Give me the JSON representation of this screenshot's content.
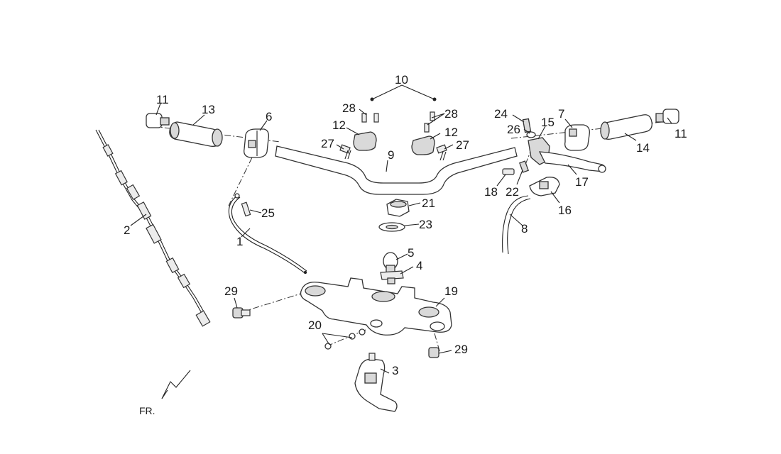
{
  "diagram": {
    "callouts": [
      {
        "id": "c1",
        "text": "1"
      },
      {
        "id": "c2",
        "text": "2"
      },
      {
        "id": "c3",
        "text": "3"
      },
      {
        "id": "c4",
        "text": "4"
      },
      {
        "id": "c5",
        "text": "5"
      },
      {
        "id": "c6",
        "text": "6"
      },
      {
        "id": "c7",
        "text": "7"
      },
      {
        "id": "c8",
        "text": "8"
      },
      {
        "id": "c9",
        "text": "9"
      },
      {
        "id": "c10",
        "text": "10"
      },
      {
        "id": "c11a",
        "text": "11"
      },
      {
        "id": "c11b",
        "text": "11"
      },
      {
        "id": "c12a",
        "text": "12"
      },
      {
        "id": "c12b",
        "text": "12"
      },
      {
        "id": "c13",
        "text": "13"
      },
      {
        "id": "c14",
        "text": "14"
      },
      {
        "id": "c15",
        "text": "15"
      },
      {
        "id": "c16",
        "text": "16"
      },
      {
        "id": "c17",
        "text": "17"
      },
      {
        "id": "c18",
        "text": "18"
      },
      {
        "id": "c19",
        "text": "19"
      },
      {
        "id": "c20",
        "text": "20"
      },
      {
        "id": "c21",
        "text": "21"
      },
      {
        "id": "c22",
        "text": "22"
      },
      {
        "id": "c23",
        "text": "23"
      },
      {
        "id": "c24",
        "text": "24"
      },
      {
        "id": "c25",
        "text": "25"
      },
      {
        "id": "c26",
        "text": "26"
      },
      {
        "id": "c27a",
        "text": "27"
      },
      {
        "id": "c27b",
        "text": "27"
      },
      {
        "id": "c28a",
        "text": "28"
      },
      {
        "id": "c28b",
        "text": "28"
      },
      {
        "id": "c29a",
        "text": "29"
      },
      {
        "id": "c29b",
        "text": "29"
      }
    ],
    "direction_label": "FR."
  }
}
